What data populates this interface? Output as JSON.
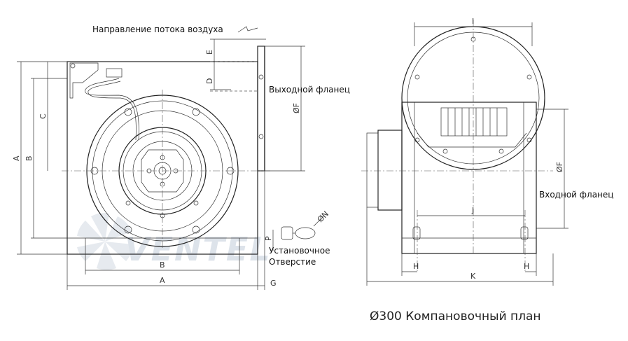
{
  "watermark": {
    "text": "VENTEL",
    "color": "#dde3ea"
  },
  "front_view": {
    "airflow_label": "Направление потока воздуха",
    "outlet_flange_label": "Выходной фланец",
    "mounting_hole_label_line1": "Установочное",
    "mounting_hole_label_line2": "Отверстие",
    "dimensions": {
      "A_vertical": "A",
      "B_vertical": "B",
      "C": "C",
      "D": "D",
      "E": "E",
      "F": "ØF",
      "P": "P",
      "N": "ØN",
      "B_horizontal": "B",
      "A_horizontal": "A",
      "G": "G"
    }
  },
  "side_view": {
    "inlet_flange_label": "Входной фланец",
    "dimensions": {
      "I": "I",
      "F": "ØF",
      "J": "J",
      "H_left": "H",
      "H_right": "H",
      "K": "K"
    }
  },
  "caption": "Ø300 Компановочный план"
}
